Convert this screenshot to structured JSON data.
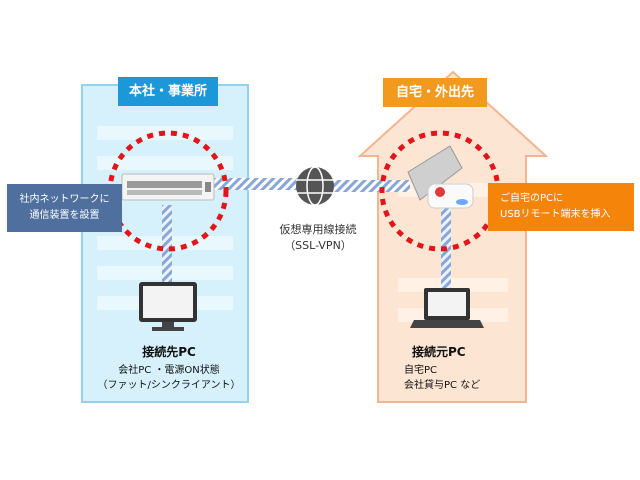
{
  "left": {
    "header": "本社・事業所",
    "callout_line1": "社内ネットワークに",
    "callout_line2": "通信装置を設置",
    "pc_title": "接続先PC",
    "pc_line1": "会社PC ・電源ON状態",
    "pc_line2": "（ファット/シンクライアント）"
  },
  "right": {
    "header": "自宅・外出先",
    "callout_line1": "ご自宅のPCに",
    "callout_line2": "USBリモート端末を挿入",
    "pc_title": "接続元PC",
    "pc_line1": "自宅PC",
    "pc_line2": "会社貸与PC など"
  },
  "vpn": {
    "line1": "仮想専用線接続",
    "line2": "（SSL-VPN）"
  },
  "icons": [
    "switch-device-icon",
    "globe-icon",
    "usb-key-icon",
    "monitor-icon",
    "laptop-icon"
  ],
  "colors": {
    "left_panel": "#d6f1fb",
    "left_header": "#1c97d8",
    "right_panel": "#fde5d3",
    "right_header": "#f29a1e",
    "left_callout": "#4f6f9e",
    "right_callout": "#f5840b",
    "dashed_circle": "#e0161b",
    "link_stripe": "#8aa6d6"
  }
}
